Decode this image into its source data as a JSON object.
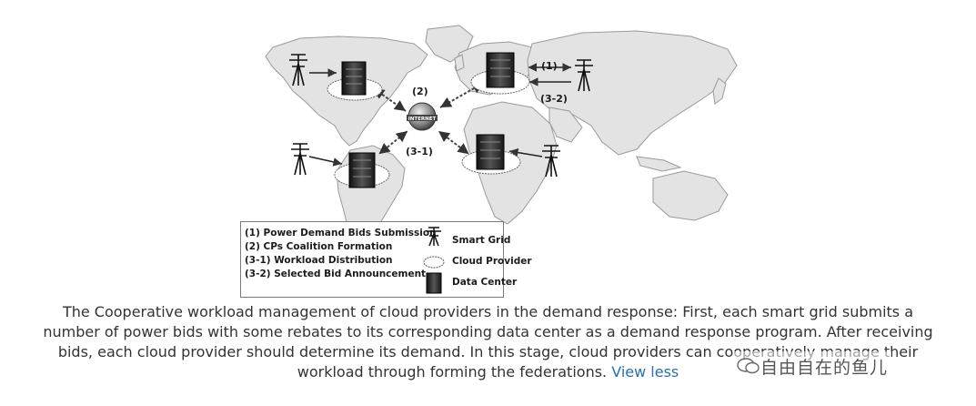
{
  "diagram": {
    "step_labels": {
      "s1": "(1)",
      "s2": "(2)",
      "s31": "(3-1)",
      "s32": "(3-2)"
    },
    "internet_label": "INTERNET",
    "legend": {
      "items": [
        "(1)  Power Demand Bids Submission",
        "(2)  CPs Coalition Formation",
        "(3-1) Workload Distribution",
        "(3-2) Selected Bid Announcement"
      ],
      "keys": {
        "smart_grid": "Smart Grid",
        "cloud_provider": "Cloud Provider",
        "data_center": "Data Center"
      }
    }
  },
  "caption": {
    "line1": "The Cooperative workload management of cloud providers in the demand response: First, each smart grid submits a",
    "line2": "number of power bids with some rebates to its corresponding data center as a demand response program. After receiving",
    "line3": "bids, each cloud provider should determine its demand. In this stage, cloud providers can cooperatively manage their",
    "line4": "workload through forming the federations.",
    "view_less": "View less"
  },
  "watermark": {
    "text": "自由自在的鱼儿"
  }
}
